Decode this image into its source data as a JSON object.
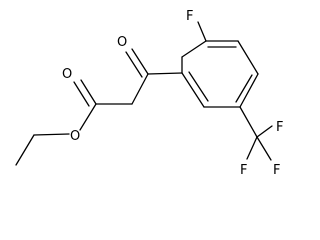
{
  "molecule": {
    "atoms": {
      "ring_fluorine": "F",
      "ketone_oxygen": "O",
      "ester_carbonyl_oxygen": "O",
      "ester_ether_oxygen": "O",
      "cf3_fluorine_top": "F",
      "cf3_fluorine_left": "F",
      "cf3_fluorine_right": "F"
    }
  }
}
